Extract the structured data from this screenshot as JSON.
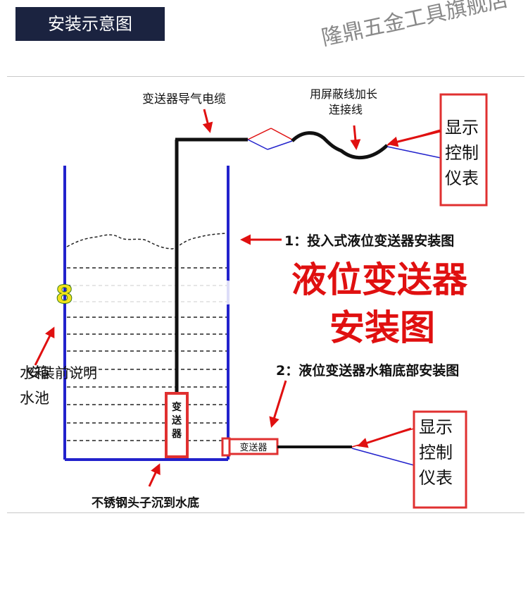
{
  "header": {
    "title": "安装示意图"
  },
  "watermark": "隆鼎五金工具旗舰店",
  "labels": {
    "cable": "变送器导气电缆",
    "shield_line_1": "用屏蔽线加长",
    "shield_line_2": "连接线",
    "display_top": [
      "显示",
      "控制",
      "仪表"
    ],
    "display_bottom": [
      "显示",
      "控制",
      "仪表"
    ],
    "method1": "1：投入式液位变送器安装图",
    "method2": "2：液位变送器水箱底部安装图",
    "big_title_1": "液位变送器",
    "big_title_2": "安装图",
    "tank_1": "水箱",
    "tank_2": "水池",
    "install_note": "安装前说明",
    "probe_label": "变送器",
    "bottom_probe_label": "变送器",
    "steel_head": "不锈钢头子沉到水底",
    "stray_digit": "8"
  },
  "colors": {
    "title_bg": "#1b2340",
    "tank_blue": "#2222cc",
    "red": "#e01010",
    "box_red": "#e03030"
  }
}
